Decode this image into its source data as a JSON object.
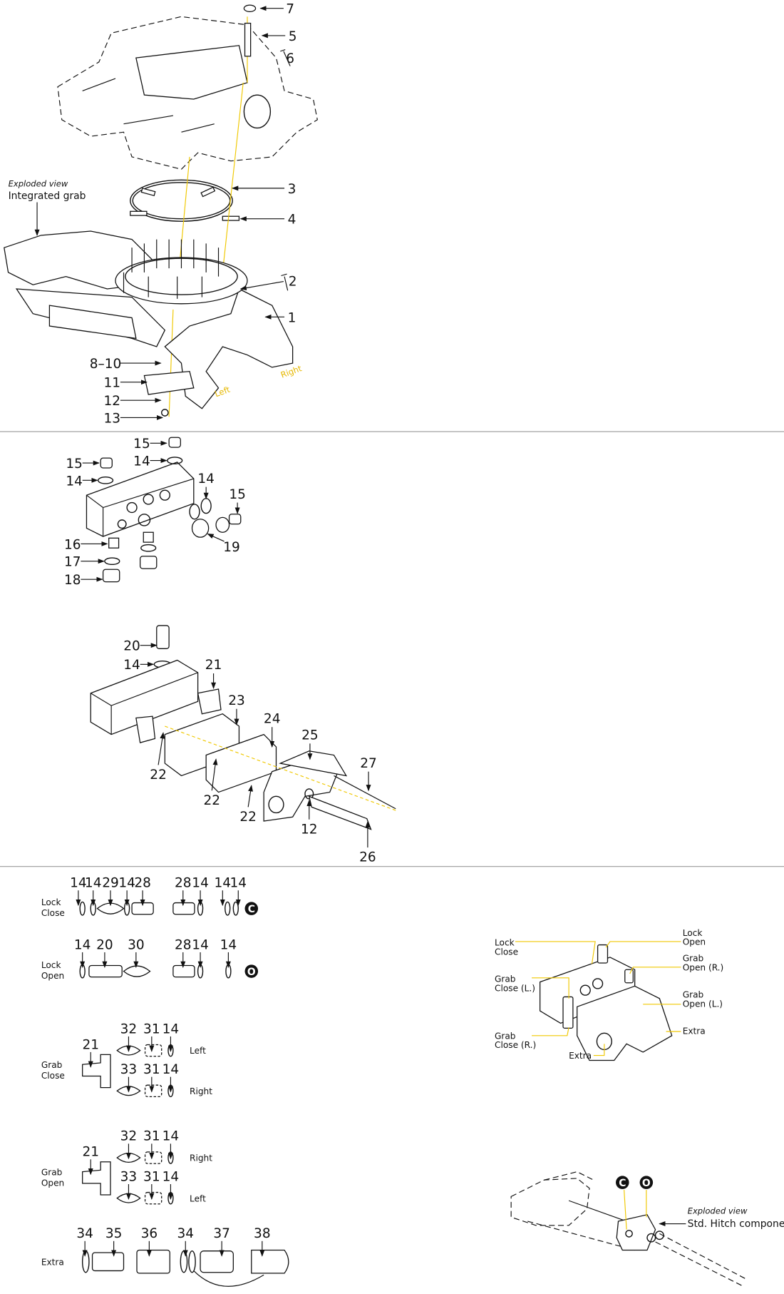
{
  "section_main": {
    "exploded_view_label": "Exploded view",
    "title": "Integrated grab",
    "side_left": "Left",
    "side_right": "Right",
    "callouts": [
      "7",
      "5",
      "6",
      "3",
      "4",
      "2",
      "1",
      "8–10",
      "11",
      "12",
      "13"
    ]
  },
  "section_valve_block": {
    "callouts": [
      "15",
      "14",
      "15",
      "14",
      "14",
      "15",
      "16",
      "17",
      "18",
      "19"
    ]
  },
  "section_valve_assembly": {
    "callouts": [
      "20",
      "14",
      "21",
      "23",
      "24",
      "25",
      "27",
      "22",
      "22",
      "22",
      "12",
      "26"
    ]
  },
  "section_connections": {
    "rows": [
      {
        "label_1": "Lock",
        "label_2": "Close",
        "badge": "C",
        "callouts": [
          "14",
          "14",
          "29",
          "14",
          "28",
          "28",
          "14",
          "14",
          "14"
        ]
      },
      {
        "label_1": "Lock",
        "label_2": "Open",
        "badge": "O",
        "callouts": [
          "14",
          "20",
          "30",
          "28",
          "14",
          "14"
        ]
      },
      {
        "label_1": "Grab",
        "label_2": "Close",
        "side_top": "Left",
        "side_bottom": "Right",
        "callouts": [
          "21",
          "32",
          "31",
          "14",
          "33",
          "31",
          "14"
        ]
      },
      {
        "label_1": "Grab",
        "label_2": "Open",
        "side_top": "Right",
        "side_bottom": "Left",
        "callouts": [
          "21",
          "32",
          "31",
          "14",
          "33",
          "31",
          "14"
        ]
      },
      {
        "label_1": "Extra",
        "callouts": [
          "34",
          "35",
          "36",
          "34",
          "37",
          "38"
        ]
      }
    ]
  },
  "port_diagram": {
    "labels": [
      {
        "l1": "Lock",
        "l2": "Close"
      },
      {
        "l1": "Lock",
        "l2": "Open"
      },
      {
        "l1": "Grab",
        "l2": "Open (R.)"
      },
      {
        "l1": "Grab",
        "l2": "Close (L.)"
      },
      {
        "l1": "Grab",
        "l2": "Open (L.)"
      },
      {
        "l1": "Extra",
        "l2": ""
      },
      {
        "l1": "Grab",
        "l2": "Close (R.)"
      },
      {
        "l1": "Extra",
        "l2": ""
      }
    ]
  },
  "hitch_view": {
    "badge_close": "C",
    "badge_open": "O",
    "exploded_view_label": "Exploded view",
    "title": "Std. Hitch components"
  },
  "colors": {
    "leader": "#f0c800",
    "ink": "#111111",
    "divider": "#999999"
  }
}
